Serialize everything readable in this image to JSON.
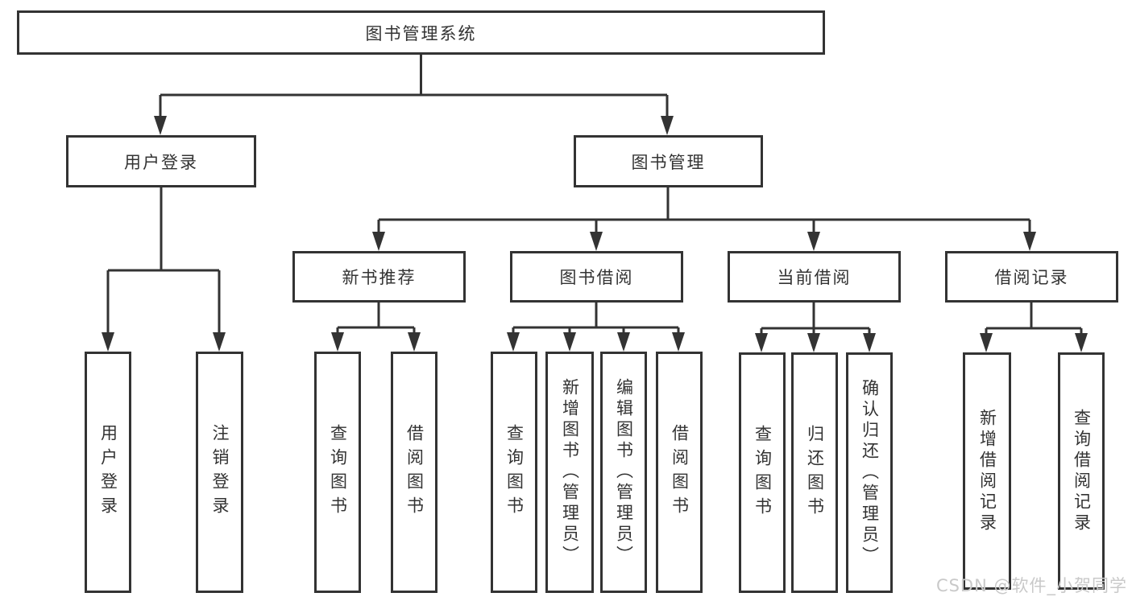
{
  "tree": {
    "root": {
      "label": "图书管理系统"
    },
    "level2": [
      {
        "label": "用户登录"
      },
      {
        "label": "图书管理"
      }
    ],
    "level3": [
      {
        "label": "新书推荐"
      },
      {
        "label": "图书借阅"
      },
      {
        "label": "当前借阅"
      },
      {
        "label": "借阅记录"
      }
    ],
    "leaves": [
      {
        "label": "用户登录"
      },
      {
        "label": "注销登录"
      },
      {
        "label": "查询图书"
      },
      {
        "label": "借阅图书"
      },
      {
        "label": "查询图书"
      },
      {
        "label": "新增图书（管理员）"
      },
      {
        "label": "编辑图书（管理员）"
      },
      {
        "label": "借阅图书"
      },
      {
        "label": "查询图书"
      },
      {
        "label": "归还图书"
      },
      {
        "label": "确认归还（管理员）"
      },
      {
        "label": "新增借阅记录"
      },
      {
        "label": "查询借阅记录"
      }
    ]
  },
  "watermark": {
    "text": "CSDN @软件_小贺同学"
  },
  "colors": {
    "line": "#333333",
    "text": "#333333",
    "background": "#ffffff",
    "watermark": "#c9c9c9"
  }
}
